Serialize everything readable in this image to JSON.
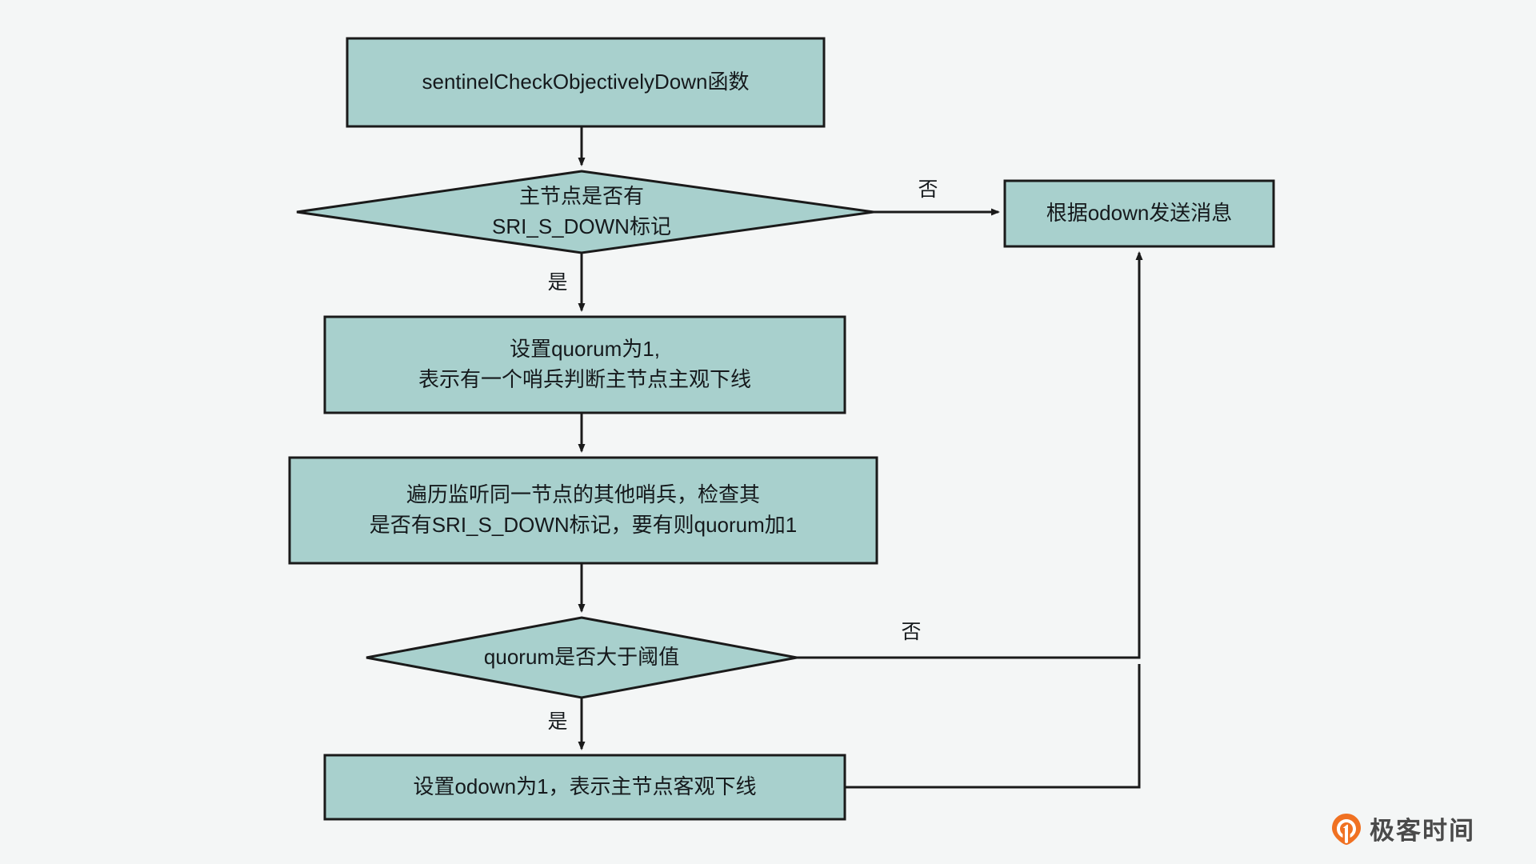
{
  "diagram": {
    "title": "sentinelCheckObjectivelyDown flowchart",
    "background_color": "#f4f6f6",
    "node_fill": "#a8d0cd",
    "node_stroke": "#1a1a1a",
    "text_color": "#15191c",
    "nodes": [
      {
        "id": "start",
        "shape": "rect",
        "lines": [
          "sentinelCheckObjectivelyDown函数"
        ]
      },
      {
        "id": "decision-sdown",
        "shape": "diamond",
        "lines": [
          "主节点是否有",
          "SRI_S_DOWN标记"
        ]
      },
      {
        "id": "send-message",
        "shape": "rect",
        "lines": [
          "根据odown发送消息"
        ]
      },
      {
        "id": "set-quorum",
        "shape": "rect",
        "lines": [
          "设置quorum为1,",
          "表示有一个哨兵判断主节点主观下线"
        ]
      },
      {
        "id": "iterate-sentinels",
        "shape": "rect",
        "lines": [
          "遍历监听同一节点的其他哨兵，检查其",
          "是否有SRI_S_DOWN标记，要有则quorum加1"
        ]
      },
      {
        "id": "decision-quorum",
        "shape": "diamond",
        "lines": [
          "quorum是否大于阈值"
        ]
      },
      {
        "id": "set-odown",
        "shape": "rect",
        "lines": [
          "设置odown为1，表示主节点客观下线"
        ]
      }
    ],
    "edge_labels": {
      "sdown_no": "否",
      "sdown_yes": "是",
      "quorum_no": "否",
      "quorum_yes": "是"
    }
  },
  "watermark": {
    "brand": "极客时间",
    "logo_color": "#f07122"
  }
}
